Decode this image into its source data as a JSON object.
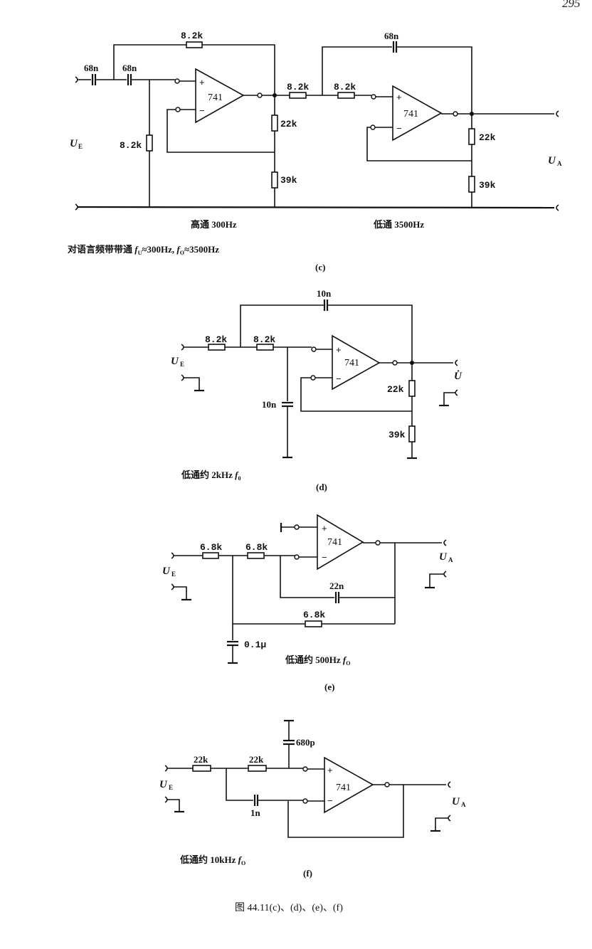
{
  "page_number": "295",
  "figure_caption": "图 44.11(c)、(d)、(e)、(f)",
  "circuits": {
    "c": {
      "label": "(c)",
      "input_label": "U",
      "input_sub": "E",
      "output_label": "U",
      "output_sub": "A",
      "stage1": {
        "name": "高通 300Hz",
        "opamp": "741",
        "c1": "68n",
        "c2": "68n",
        "r_feedback": "8.2k",
        "r_ground": "8.2k",
        "r_gain_top": "22k",
        "r_gain_bottom": "39k"
      },
      "stage2": {
        "name": "低通 3500Hz",
        "opamp": "741",
        "r1": "8.2k",
        "r2": "8.2k",
        "c_feedback": "68n",
        "r_gain_top": "22k",
        "r_gain_bottom": "39k"
      },
      "description_prefix": "对语言频带带通 ",
      "fu_sub": "U",
      "fu_value": "≈300Hz, ",
      "fo_sub": "O",
      "fo_value": "≈3500Hz",
      "f_symbol": "f"
    },
    "d": {
      "label": "(d)",
      "input_label": "U",
      "input_sub": "E",
      "output_label": "U̇",
      "opamp": "741",
      "r1": "8.2k",
      "r2": "8.2k",
      "c_feedback": "10n",
      "c_ground": "10n",
      "r_gain_top": "22k",
      "r_gain_bottom": "39k",
      "description": "低通约 2kHz ",
      "f_symbol": "f",
      "f_sub": "0"
    },
    "e": {
      "label": "(e)",
      "input_label": "U",
      "input_sub": "E",
      "output_label": "U",
      "output_sub": "A",
      "opamp": "741",
      "r1": "6.8k",
      "r2": "6.8k",
      "r3": "6.8k",
      "c_feedback": "22n",
      "c_ground": "0.1μ",
      "description": "低通约 500Hz ",
      "f_symbol": "f",
      "f_sub": "O"
    },
    "f": {
      "label": "(f)",
      "input_label": "U",
      "input_sub": "E",
      "output_label": "U",
      "output_sub": "A",
      "opamp": "741",
      "r1": "22k",
      "r2": "22k",
      "c_feedback": "1n",
      "c_ground": "680p",
      "description": "低通约 10kHz ",
      "f_symbol": "f",
      "f_sub": "O"
    }
  },
  "opamp_symbols": {
    "plus": "+",
    "minus": "−"
  }
}
